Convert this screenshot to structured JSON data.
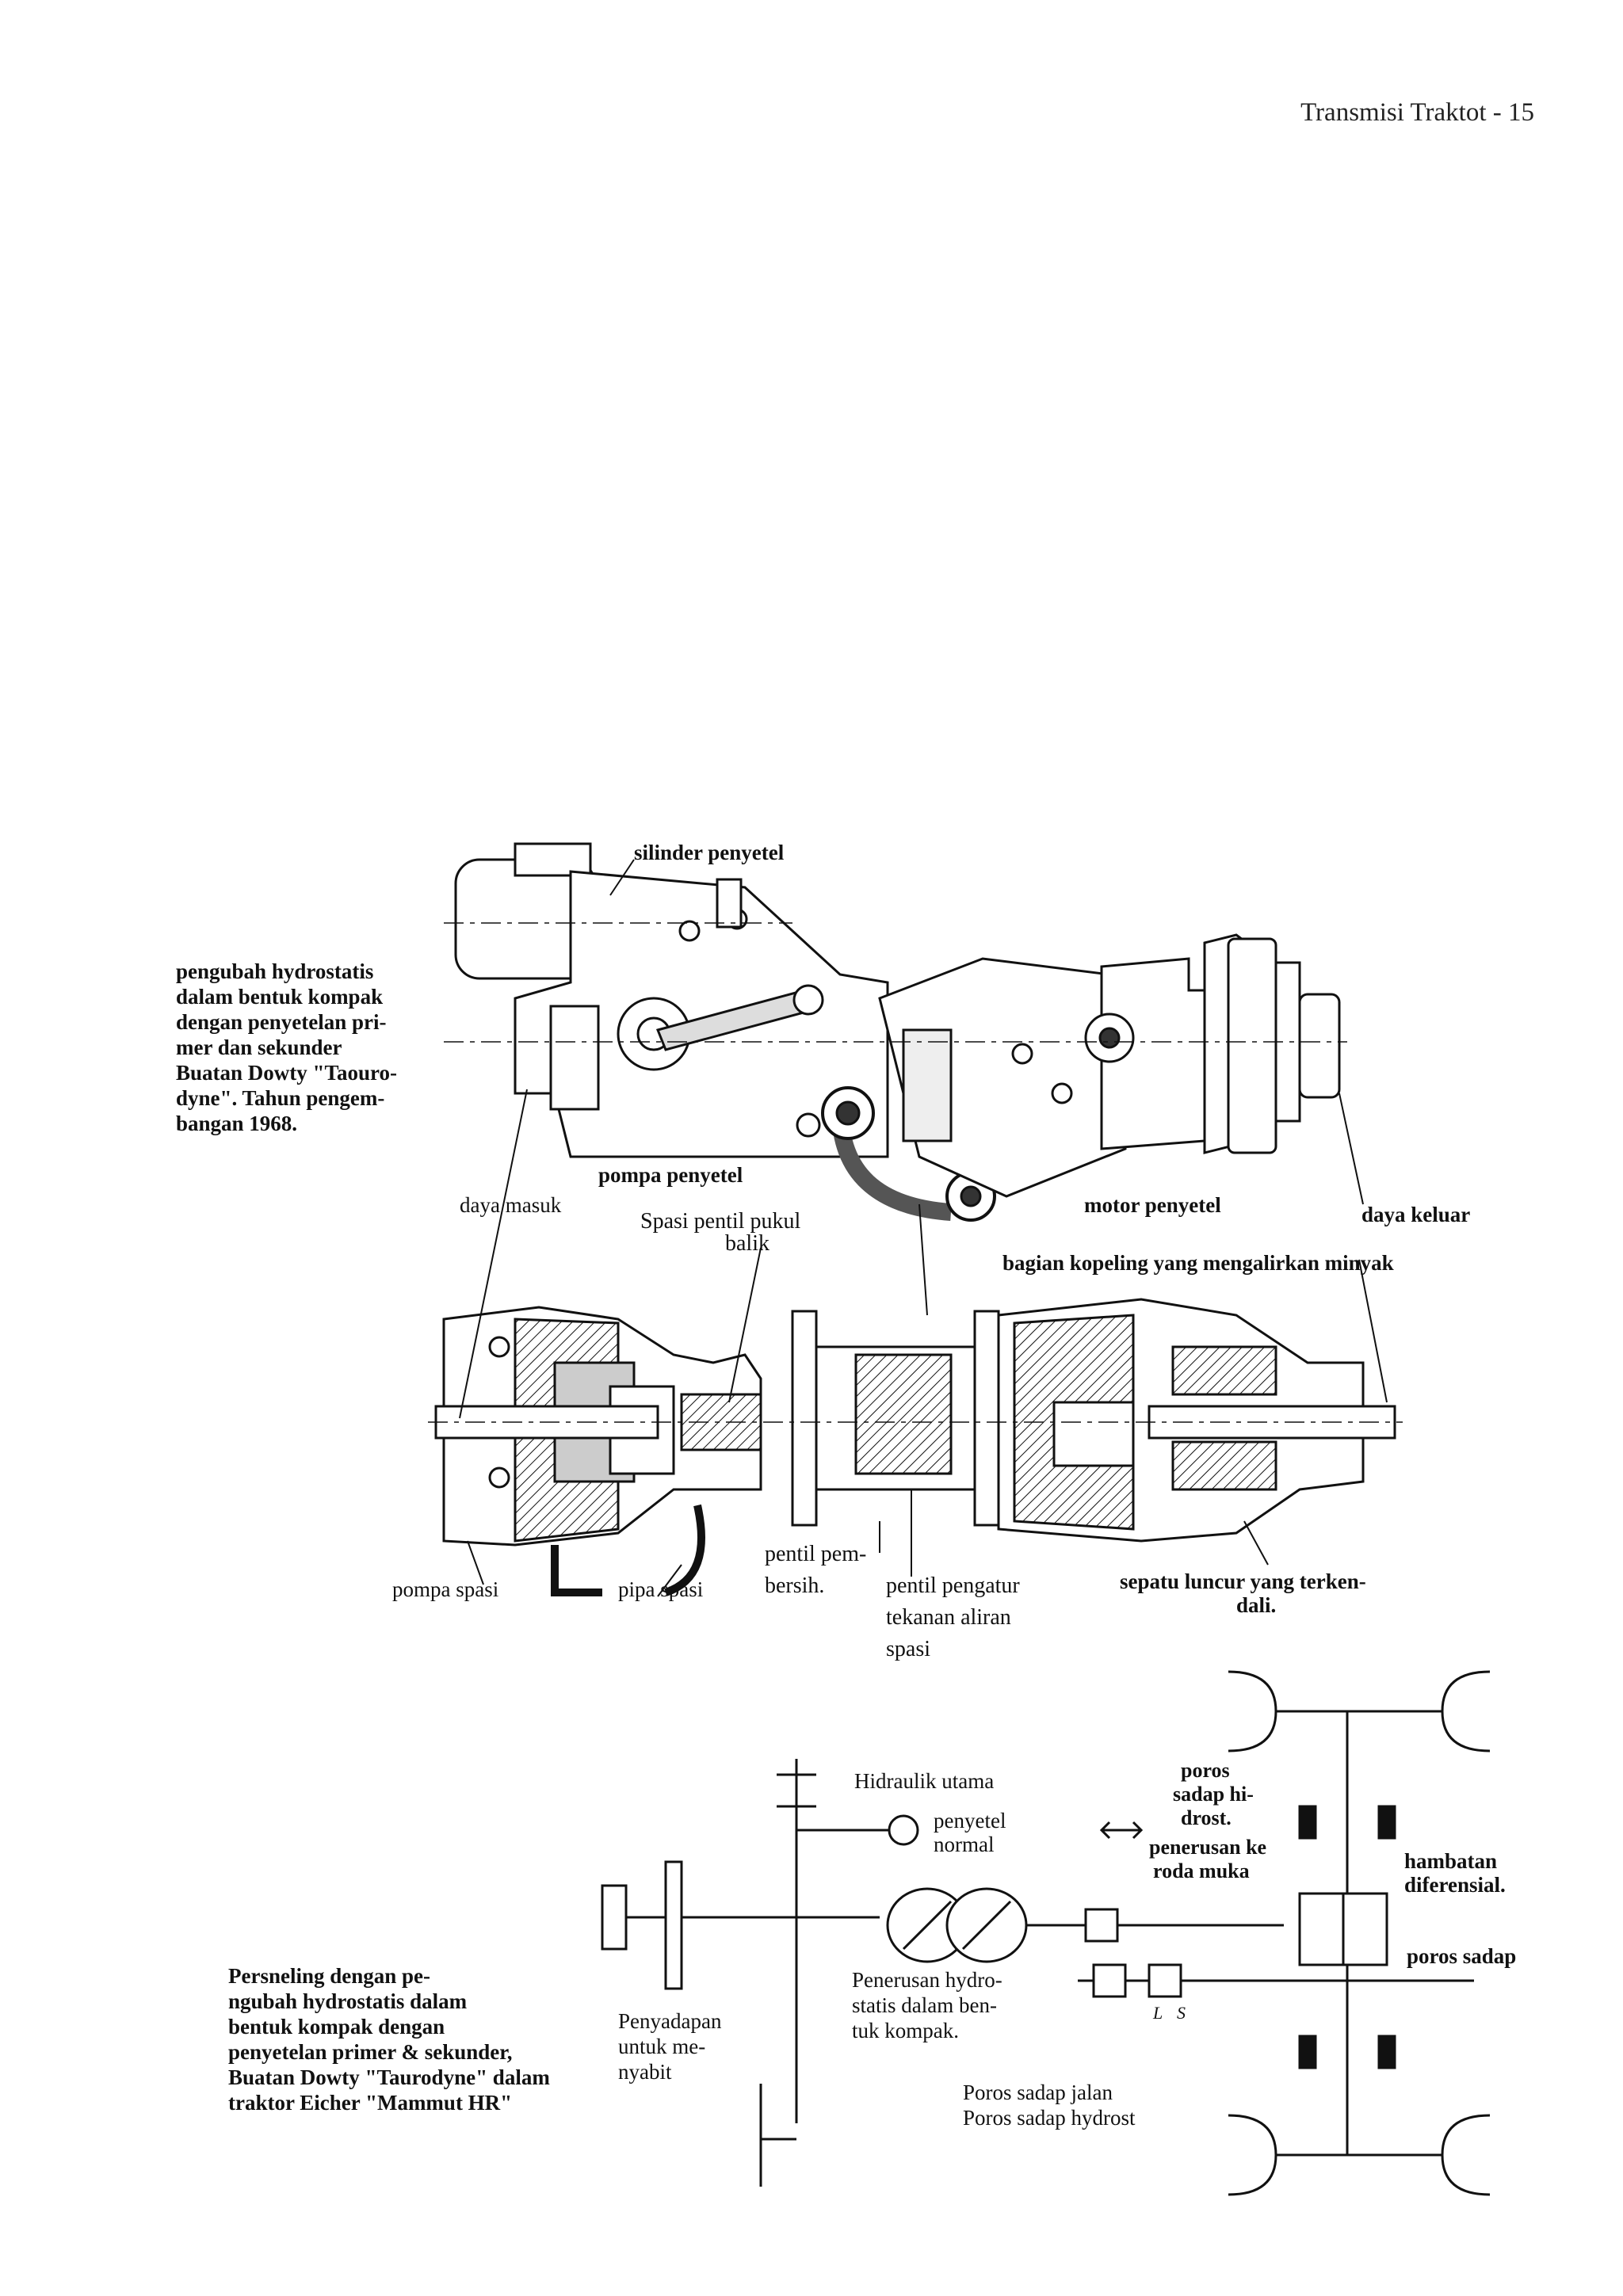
{
  "header": {
    "page_label": "Transmisi Traktot - 15"
  },
  "figure1": {
    "caption": [
      "pengubah hydrostatis",
      "dalam bentuk kompak",
      "dengan penyetelan pri-",
      "mer dan sekunder",
      "Buatan Dowty \"Taouro-",
      "dyne\". Tahun pengem-",
      "bangan 1968."
    ],
    "labels": {
      "silinder_penyetel": "silinder penyetel",
      "pompa_penyetel": "pompa penyetel",
      "daya_masuk": "daya masuk",
      "spasi_pentil": [
        "Spasi  pentil  pukul",
        "balik"
      ],
      "motor_penyetel": "motor penyetel",
      "daya_keluar": "daya keluar",
      "bagian_kopeling": "bagian kopeling yang mengalirkan minyak",
      "pompa_spasi": "pompa spasi",
      "pipa_spasi": "pipa spasi",
      "pentil_pembersih": [
        "pentil pem-",
        "bersih."
      ],
      "pentil_pengatur": [
        "pentil pengatur",
        "tekanan aliran",
        "spasi"
      ],
      "sepatu_luncur": [
        "sepatu luncur yang terken-",
        "dali."
      ]
    }
  },
  "figure2": {
    "caption": [
      "Persneling dengan pe-",
      "ngubah hydrostatis dalam",
      "bentuk kompak dengan",
      "penyetelan primer & sekunder,",
      "Buatan Dowty \"Taurodyne\" dalam",
      "traktor Eicher \"Mammut HR\""
    ],
    "labels": {
      "hidraulik_utama": "Hidraulik utama",
      "penyetel_normal": [
        "penyetel",
        "normal"
      ],
      "poros_sadap_hidrost": [
        "poros",
        "sadap hi-",
        "drost."
      ],
      "penerusan_ke_roda_muka": [
        "penerusan ke",
        "roda muka"
      ],
      "hambatan_diferensial": [
        "hambatan",
        "diferensial."
      ],
      "poros_sadap": "poros sadap",
      "penerusan_hydrostatis": [
        "Penerusan hydro-",
        "statis dalam ben-",
        "tuk kompak."
      ],
      "penyadapan": [
        "Penyadapan",
        "untuk me-",
        "nyabit"
      ],
      "poros_sadap_jalan": "Poros sadap jalan",
      "poros_sadap_hydrost": "Poros sadap hydrost",
      "gear_L": "L",
      "gear_S": "S"
    }
  }
}
